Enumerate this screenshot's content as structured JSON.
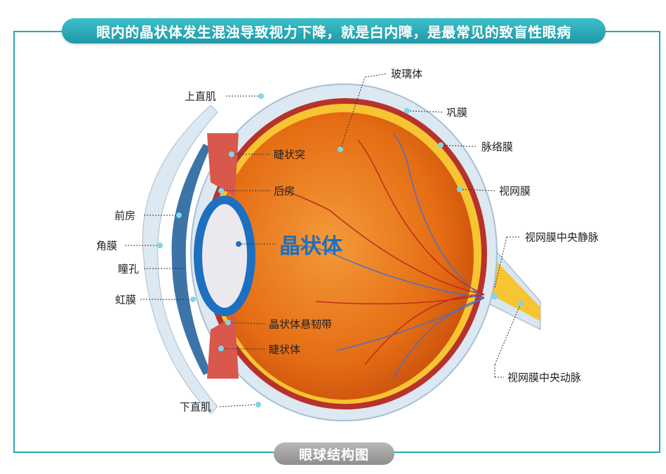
{
  "header": {
    "title": "眼内的晶状体发生混浊导致视力下降，就是白内障，是最常见的致盲性眼病"
  },
  "footer": {
    "caption": "眼球结构图"
  },
  "labels": {
    "superior_rectus": "上直肌",
    "vitreous": "玻璃体",
    "sclera": "巩膜",
    "ciliary_process": "睫状突",
    "choroid": "脉络膜",
    "posterior_chamber": "后房",
    "retina": "视网膜",
    "anterior_chamber": "前房",
    "central_retinal_vein": "视网膜中央静脉",
    "lens": "晶状体",
    "cornea": "角膜",
    "pupil": "瞳孔",
    "iris": "虹膜",
    "zonule": "晶状体悬韧带",
    "ciliary_body": "睫状体",
    "central_retinal_artery": "视网膜中央动脉",
    "inferior_rectus": "下直肌"
  },
  "colors": {
    "frame": "#2aa8b0",
    "lens_ring": "#1d6fc0",
    "vitreous": "#e8741c",
    "sclera": "#dce8f2"
  }
}
